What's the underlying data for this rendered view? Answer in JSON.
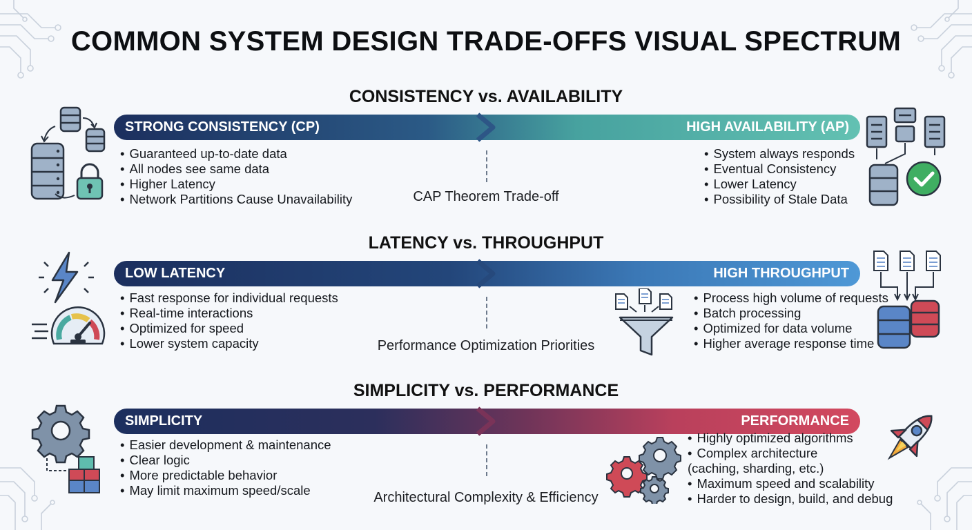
{
  "title": "COMMON SYSTEM DESIGN TRADE-OFFS VISUAL SPECTRUM",
  "sections": [
    {
      "title": "CONSISTENCY vs. AVAILABILITY",
      "left_label": "STRONG CONSISTENCY (CP)",
      "right_label": "HIGH AVAILABILITY (AP)",
      "center_label": "CAP Theorem Trade-off",
      "left_points": [
        "Guaranteed up-to-date data",
        "All nodes see same data",
        "Higher Latency",
        "Network Partitions Cause Unavailability"
      ],
      "right_points": [
        "System always responds",
        "Eventual Consistency",
        "Lower Latency",
        "Possibility of Stale Data"
      ],
      "gradient": [
        "#1c2f5e",
        "#2b5a86",
        "#47a29f",
        "#63c1b2"
      ],
      "left_icon": "database-cluster-lock-icon",
      "right_icon": "servers-database-check-icon"
    },
    {
      "title": "LATENCY vs. THROUGHPUT",
      "left_label": "LOW LATENCY",
      "right_label": "HIGH THROUGHPUT",
      "center_label": "Performance Optimization Priorities",
      "left_points": [
        "Fast response for individual requests",
        "Real-time interactions",
        "Optimized for speed",
        "Lower system capacity"
      ],
      "right_points": [
        "Process high volume of requests",
        "Batch processing",
        "Optimized for data volume",
        "Higher average response time"
      ],
      "gradient": [
        "#1c2f5e",
        "#23467a",
        "#3b78b6",
        "#4e98d6"
      ],
      "left_icon": "lightning-speedometer-icon",
      "right_icon": "documents-funnel-database-icon"
    },
    {
      "title": "SIMPLICITY vs. PERFORMANCE",
      "left_label": "SIMPLICITY",
      "right_label": "PERFORMANCE",
      "center_label": "Architectural Complexity & Efficiency",
      "left_points": [
        "Easier development & maintenance",
        "Clear logic",
        "More predictable behavior",
        "May limit maximum speed/scale"
      ],
      "right_points": [
        "Highly optimized algorithms",
        "Complex architecture\n(caching, sharding, etc.)",
        "Maximum speed and scalability",
        "Harder to design, build, and debug"
      ],
      "gradient": [
        "#1c2f5e",
        "#3d3260",
        "#9a3a58",
        "#d2495f"
      ],
      "left_icon": "gear-blocks-icon",
      "right_icon": "gears-rocket-icon"
    }
  ]
}
